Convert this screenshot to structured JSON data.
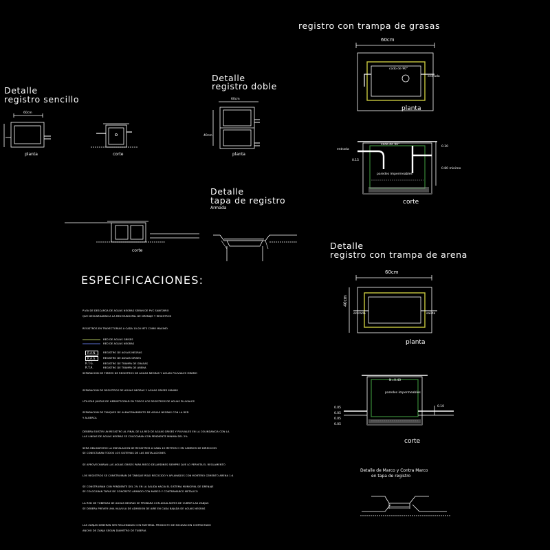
{
  "titles": {
    "sencillo": [
      "Detalle",
      "registro sencillo"
    ],
    "doble": [
      "Detalle",
      "registro doble"
    ],
    "tapa": [
      "Detalle",
      "tapa de registro"
    ],
    "tapa_sub": "Armada",
    "grasas": "registro con trampa de grasas",
    "arena": [
      "Detalle",
      "registro con trampa de arena"
    ],
    "marco": [
      "Detalle de Marco y Contra Marco",
      "en tapa de registro"
    ]
  },
  "labels": {
    "planta": "planta",
    "corte": "corte",
    "dim_60cm": "60cm",
    "dim_40cm": "40cm",
    "entrada": "entrada",
    "salida": "salida",
    "codo_90": "codo de 90°",
    "dim_030": "0.30",
    "dim_080": "0.80 minimo",
    "dim_015": "0.15",
    "paredes": "paredes impermeables",
    "n_040": "N=0.40",
    "dim_010": "0.10",
    "dim_005a": "0.05",
    "dim_005b": "0.05",
    "dim_005c": "0.05",
    "dim_005d": "0.05"
  },
  "specs": {
    "title": "ESPECIFICACIONES:",
    "lines": [
      "P.VIA DE DESCARGA DE AGUAS NEGRAS SERAN DE PVC SANITARIO",
      "QUE DESCARGARAN A LA RED MUNICIPAL DE DRENAJE Y REGISTROS",
      "REGISTROS EN TRAYECTORIAS A CADA 10.00 MTS COMO MAXIMO",
      "RED DE AGUAS GRISES",
      "RED DE AGUAS NEGRAS",
      "REGISTRO DE AGUAS NEGRAS",
      "REGISTRO DE AGUAS GRISES",
      "REGISTRO DE TRAMPA DE GRASAS",
      "REGISTRO DE TRAMPA DE ARENA",
      "SEPARACION DE FIRMES DE REGISTROS DE AGUAS NEGRAS Y AGUAS PLUVIALES MINIMO",
      "SEPARACION DE REGISTROS DE AGUAS NEGRAS Y AGUAS GRISES MINIMO",
      "UTILIZAR JUNTAS DE HERMETICIDAD EN TODOS LOS REGISTROS DE AGUAS PLUVIALES",
      "SEPARACION DE TANQUES DE ALMACENAMIENTO DE AGUAS NEGRAS CON LA RED",
      "Y ALBERCA",
      "DEBERA EXISTIR UN REGISTRO AL FINAL DE LA RED DE AGUAS GRISES Y PLUVIALES EN LA COLINDANCIA CON LA",
      "LAS LINEAS DE AGUAS NEGRAS SE COLOCARAN CON PENDIENTE MINIMA DEL 2%",
      "SERA OBLIGATORIO LA INSTALACION DE REGISTROS A CADA 10 METROS O EN CAMBIOS DE DIRECCION",
      "SE CONECTARAN TODOS LOS SISTEMAS DE LAS INSTALACIONES",
      "SE APROVECHARAN LAS AGUAS GRISES PARA RIEGO DE JARDINES SIEMPRE QUE LO PERMITA EL REGLAMENTO",
      "LOS REGISTROS SE CONSTRUIRAN DE TABIQUE ROJO RECOCIDO Y APLANADOS CON MORTERO CEMENTO ARENA 1:4",
      "SE CONSTRUIRAN CON PENDIENTE DEL 2% EN LA SALIDA HACIA EL SISTEMA MUNICIPAL DE DRENAJE",
      "SE COLOCARAN TAPAS DE CONCRETO ARMADO CON MARCO Y CONTRAMARCO METALICO",
      "LA RED DE TUBERIAS DE AGUAS NEGRAS SE PROBARA CON AGUA ANTES DE CUBRIR LAS ZANJAS",
      "SE DEBERA PREVER UNA VALVULA DE ADMISION DE AIRE EN CADA BAJADA DE AGUAS NEGRAS",
      "LAS ZANJAS DEBERAN SER RELLENADAS CON MATERIAL PRODUCTO DE EXCAVACION COMPACTADO",
      "ANCHO DE ZANJA SEGUN DIAMETRO DE TUBERIA"
    ]
  },
  "legend": {
    "items": [
      {
        "code": "R.A.N.",
        "color": "#ffffff"
      },
      {
        "code": "R.A.G.",
        "color": "#ffffff"
      },
      {
        "code": "R.T.G.",
        "color": "#ffffff"
      },
      {
        "code": "R.T.A.",
        "color": "#ffffff"
      }
    ],
    "line_grises": "#8a9a4a",
    "line_negras": "#4a5aa8"
  },
  "colors": {
    "background": "#000000",
    "lines": "#ffffff",
    "accent_green": "#3a8a3a",
    "accent_yellow": "#c8c840"
  }
}
